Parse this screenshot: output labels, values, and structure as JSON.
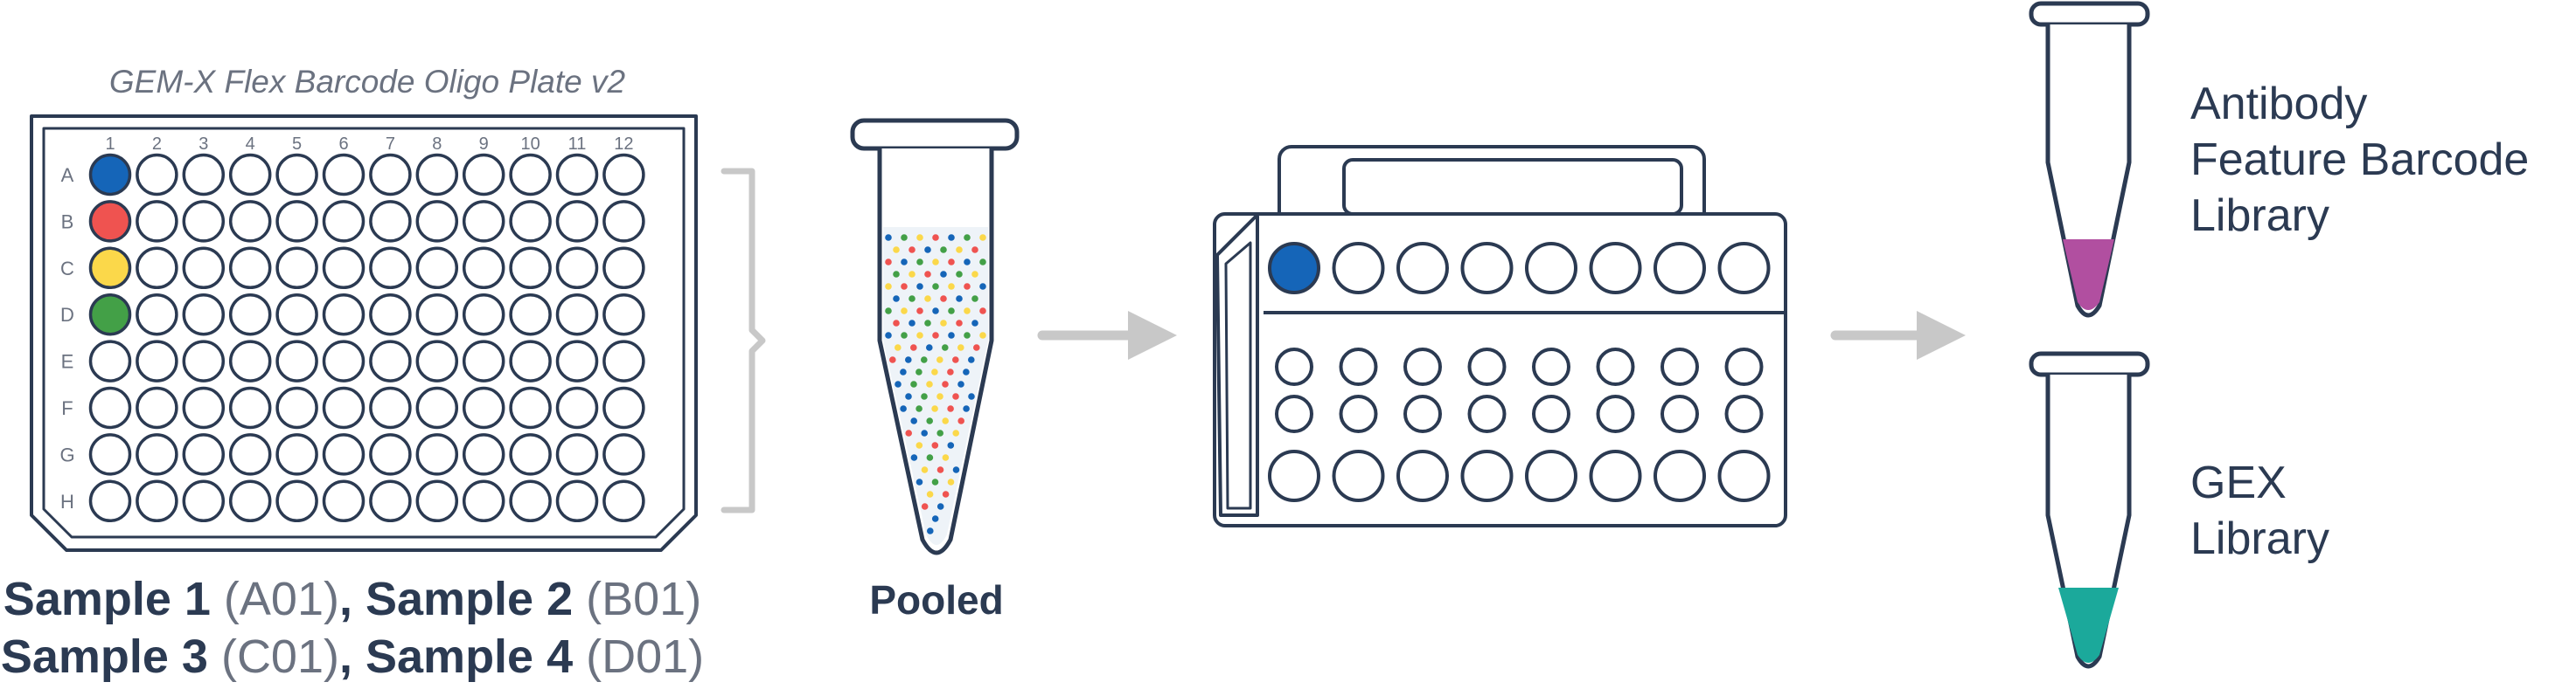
{
  "plate": {
    "title": "GEM-X Flex Barcode Oligo Plate v2",
    "columns": [
      "1",
      "2",
      "3",
      "4",
      "5",
      "6",
      "7",
      "8",
      "9",
      "10",
      "11",
      "12"
    ],
    "rows": [
      "A",
      "B",
      "C",
      "D",
      "E",
      "F",
      "G",
      "H"
    ],
    "filled_wells": [
      {
        "well": "A1",
        "color": "#1565b8"
      },
      {
        "well": "B1",
        "color": "#ef5350"
      },
      {
        "well": "C1",
        "color": "#fbd84a"
      },
      {
        "well": "D1",
        "color": "#43a047"
      }
    ]
  },
  "samples": {
    "line1": [
      {
        "name": "Sample 1",
        "well": " (A01)"
      },
      {
        "sep": ", "
      },
      {
        "name": "Sample 2",
        "well": " (B01)"
      }
    ],
    "line2": [
      {
        "name": "Sample 3",
        "well": " (C01)"
      },
      {
        "sep": ", "
      },
      {
        "name": "Sample 4",
        "well": " (D01)"
      }
    ]
  },
  "pooled": {
    "label": "Pooled",
    "dot_colors": [
      "#1565b8",
      "#ef5350",
      "#fbd84a",
      "#43a047"
    ]
  },
  "chip": {
    "highlight_color": "#1565b8"
  },
  "libraries": [
    {
      "line1": "Antibody",
      "line2": "Feature Barcode",
      "line3": "Library",
      "fill": "#b14fa0"
    },
    {
      "line1": "GEX",
      "line2": "Library",
      "fill": "#1ba99b"
    }
  ],
  "colors": {
    "outline": "#2b3a52",
    "bracket": "#c8c8c8",
    "arrow": "#c8c8c8",
    "label_gray": "#6b7280"
  }
}
